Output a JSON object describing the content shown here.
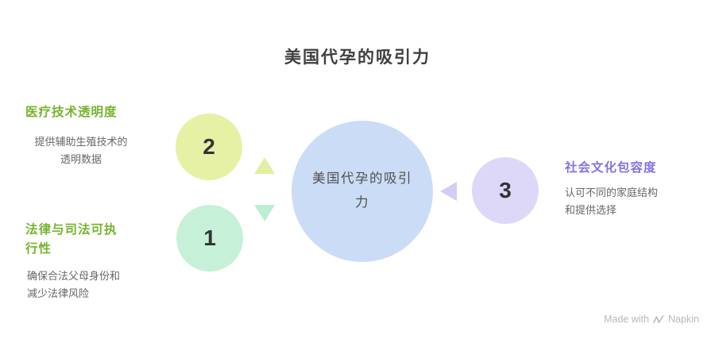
{
  "title": "美国代孕的吸引力",
  "center": {
    "label": "美国代孕的吸引\n力"
  },
  "nodes": [
    {
      "id": "legal",
      "number": "1",
      "label": "法律与司法可执\n行性",
      "description": "确保合法父母身份和\n减少法律风险"
    },
    {
      "id": "medical",
      "number": "2",
      "label": "医疗技术透明度",
      "description": "提供辅助生殖技术的\n透明数据"
    },
    {
      "id": "social",
      "number": "3",
      "label": "社会文化包容度",
      "description": "认可不同的家庭结构\n和提供选择"
    }
  ],
  "watermark": {
    "prefix": "Made with",
    "brand": "Napkin"
  },
  "colors": {
    "title_text": "#3f3f3f",
    "center_fill": "#cbdcf6",
    "center_text": "#4f4f4f",
    "node1_fill": "#c7f0d9",
    "node2_fill": "#e7f1a6",
    "node3_fill": "#ded8f8",
    "number_text": "#333333",
    "label_green": "#74b32c",
    "label_purple": "#8a70de",
    "body_text": "#676767",
    "tri_lime": "#e2efa0",
    "tri_mint": "#bceed2",
    "tri_lavender": "#d5ccf5",
    "watermark_text": "#b3bac2"
  }
}
